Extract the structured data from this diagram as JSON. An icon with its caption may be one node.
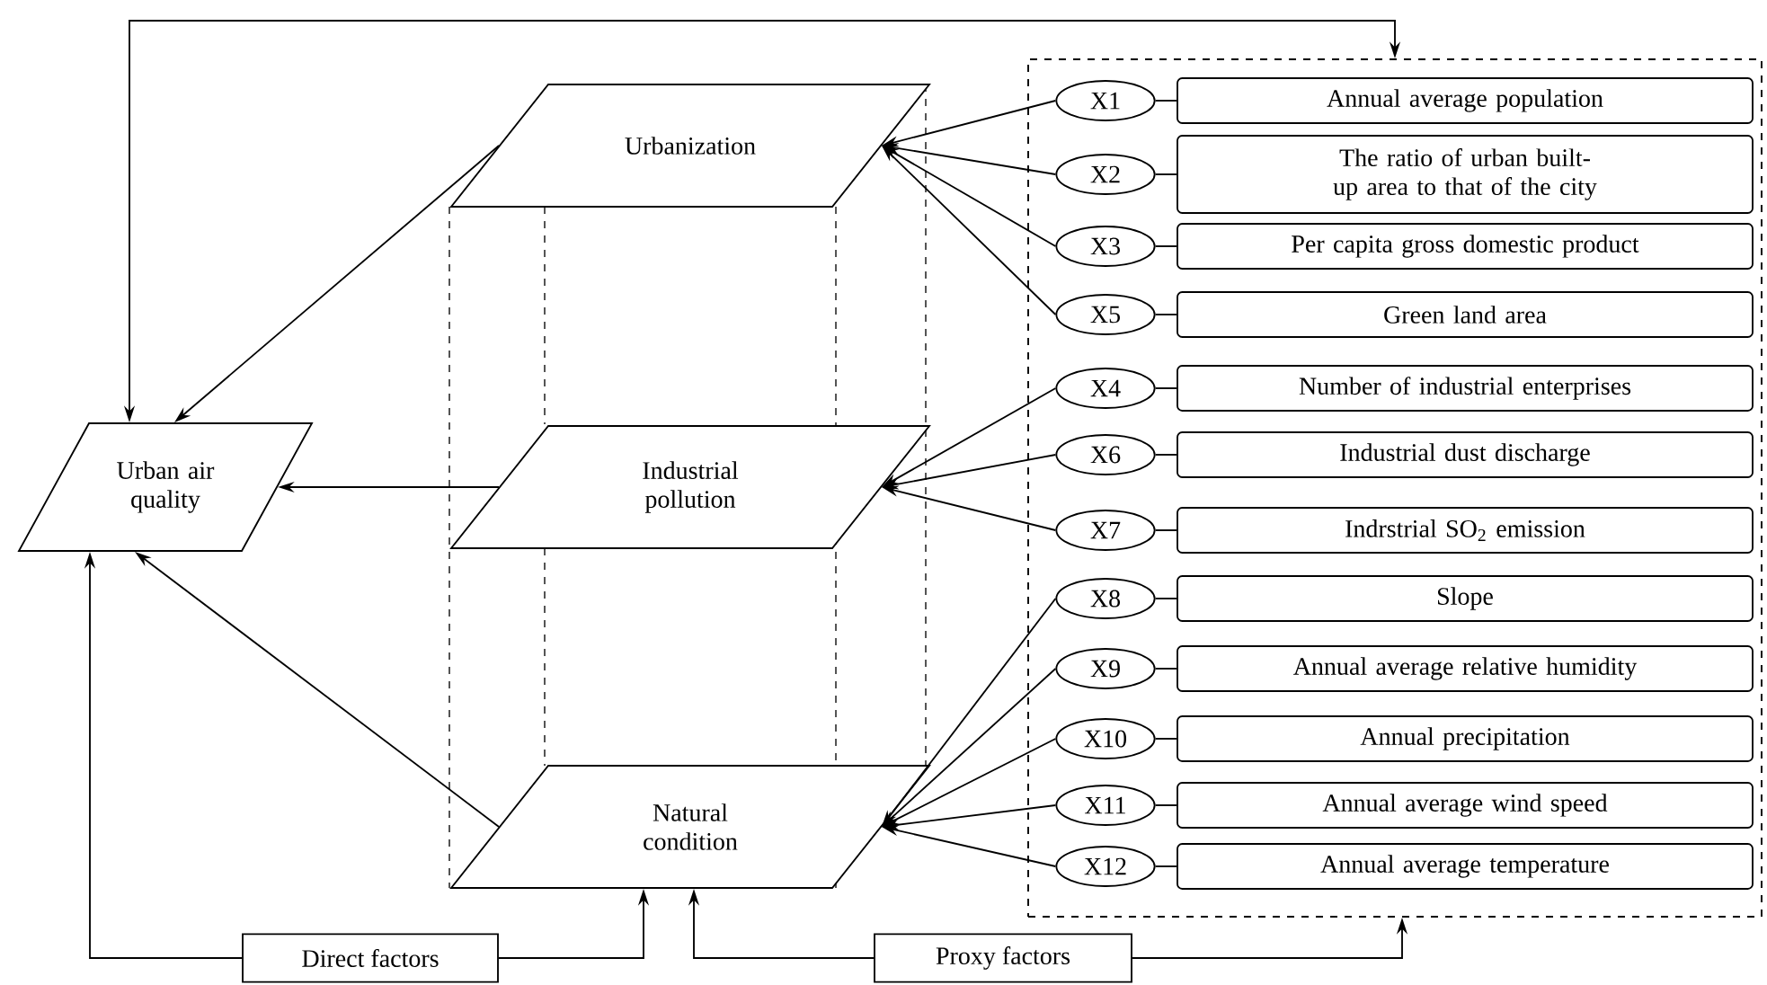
{
  "diagram": {
    "nodes": [
      {
        "text": [
          "Urban air quality"
        ]
      },
      {
        "text": [
          "Urbanization"
        ]
      },
      {
        "text": [
          "Industrial pollution"
        ]
      },
      {
        "text": [
          "Natural condition"
        ]
      },
      {
        "text": [],
        "shape": "box"
      },
      {
        "text": [
          "X1"
        ],
        "in": 4
      },
      {
        "text": [
          "Annual average population"
        ],
        "in": 4
      },
      {
        "text": [
          "X2"
        ],
        "in": 4
      },
      {
        "text": [
          "The ratio of urban built-up area to that of the city"
        ],
        "in": 4
      },
      {
        "text": [
          "X3"
        ],
        "in": 4
      },
      {
        "text": [
          "Per capita gross domestic product"
        ],
        "in": 4
      },
      {
        "text": [
          "X5"
        ],
        "in": 4
      },
      {
        "text": [
          "Green land area"
        ],
        "in": 4
      },
      {
        "text": [
          "X4"
        ],
        "in": 4
      },
      {
        "text": [
          "Number of industrial enterprises"
        ],
        "in": 4
      },
      {
        "text": [
          "X6"
        ],
        "in": 4
      },
      {
        "text": [
          "Industrial dust discharge"
        ],
        "in": 4
      },
      {
        "text": [
          "X7"
        ],
        "in": 4
      },
      {
        "text": [
          "Indrstrial SO$_{2}$ emission"
        ],
        "in": 4
      },
      {
        "text": [
          "X8"
        ],
        "in": 4
      },
      {
        "text": [
          "Slope"
        ],
        "in": 4
      },
      {
        "text": [
          "X9"
        ],
        "in": 4
      },
      {
        "text": [
          "Annual average relative humidity"
        ],
        "in": 4
      },
      {
        "text": [
          "X10"
        ],
        "in": 4
      },
      {
        "text": [
          "Annual precipitation"
        ],
        "in": 4
      },
      {
        "text": [
          "X11"
        ],
        "in": 4
      },
      {
        "text": [
          "Annual average wind speed"
        ],
        "in": 4
      },
      {
        "text": [
          "X12"
        ],
        "in": 4
      },
      {
        "text": [
          "Annual average temperature"
        ],
        "in": 4
      },
      {
        "text": [
          "Direct factors"
        ]
      },
      {
        "text": [
          "Proxy factors"
        ]
      }
    ],
    "edges": [
      {
        "from": 29,
        "to": 0,
        "arrow": "to"
      },
      {
        "from": 29,
        "to": 3,
        "arrow": "to"
      },
      {
        "from": 30,
        "to": 3,
        "arrow": "to"
      },
      {
        "from": 30,
        "to": 4,
        "arrow": "to"
      },
      {
        "from": 0,
        "to": 4,
        "arrow": "both"
      },
      {
        "from": 1,
        "to": 0,
        "arrow": "to"
      },
      {
        "from": 2,
        "to": 0,
        "arrow": "to"
      },
      {
        "from": 3,
        "to": 0,
        "arrow": "to"
      },
      {
        "from": 5,
        "to": 6,
        "arrow": "none"
      },
      {
        "from": 7,
        "to": 8,
        "arrow": "none"
      },
      {
        "from": 9,
        "to": 10,
        "arrow": "none"
      },
      {
        "from": 11,
        "to": 12,
        "arrow": "none"
      },
      {
        "from": 13,
        "to": 14,
        "arrow": "none"
      },
      {
        "from": 15,
        "to": 16,
        "arrow": "none"
      },
      {
        "from": 17,
        "to": 18,
        "arrow": "none"
      },
      {
        "from": 19,
        "to": 20,
        "arrow": "none"
      },
      {
        "from": 21,
        "to": 22,
        "arrow": "none"
      },
      {
        "from": 23,
        "to": 24,
        "arrow": "none"
      },
      {
        "from": 25,
        "to": 26,
        "arrow": "none"
      },
      {
        "from": 27,
        "to": 28,
        "arrow": "none"
      },
      {
        "from": 5,
        "to": 1,
        "arrow": "to"
      },
      {
        "from": 7,
        "to": 1,
        "arrow": "to"
      },
      {
        "from": 9,
        "to": 1,
        "arrow": "to"
      },
      {
        "from": 11,
        "to": 1,
        "arrow": "to"
      },
      {
        "from": 13,
        "to": 2,
        "arrow": "to"
      },
      {
        "from": 15,
        "to": 2,
        "arrow": "to"
      },
      {
        "from": 17,
        "to": 2,
        "arrow": "to"
      },
      {
        "from": 19,
        "to": 3,
        "arrow": "to"
      },
      {
        "from": 21,
        "to": 3,
        "arrow": "to"
      },
      {
        "from": 23,
        "to": 3,
        "arrow": "to"
      },
      {
        "from": 25,
        "to": 3,
        "arrow": "to"
      },
      {
        "from": 27,
        "to": 3,
        "arrow": "to"
      }
    ]
  }
}
